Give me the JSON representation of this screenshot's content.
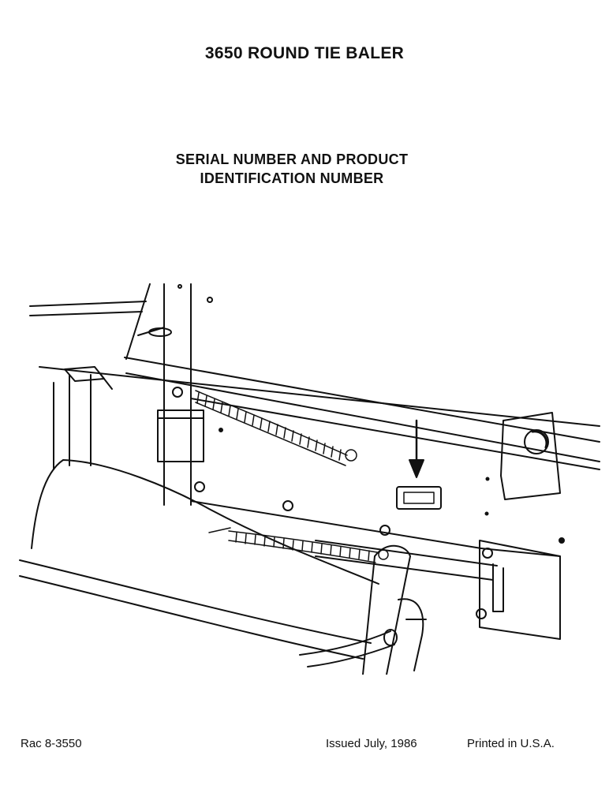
{
  "document": {
    "title": "3650 ROUND TIE BALER",
    "subtitle_line1": "SERIAL NUMBER AND PRODUCT",
    "subtitle_line2": "IDENTIFICATION NUMBER"
  },
  "footer": {
    "doc_number": "Rac 8-3550",
    "issued": "Issued July, 1986",
    "printed": "Printed in U.S.A."
  },
  "illustration": {
    "subject": "baler-frame-with-serial-plate",
    "line_color": "#111111"
  }
}
